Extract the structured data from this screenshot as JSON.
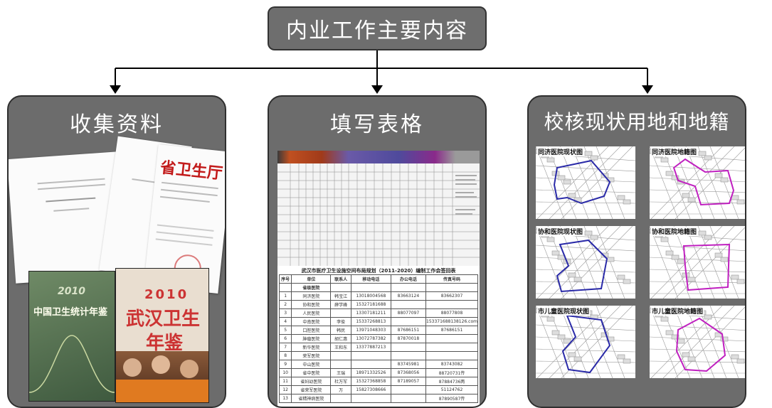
{
  "root": {
    "label": "内业工作主要内容"
  },
  "panels": [
    {
      "title": "收集资料",
      "docs": {
        "doc_c_heading": "省卫生厅"
      },
      "books": [
        {
          "year": "2010",
          "title": "中国卫生统计年鉴"
        },
        {
          "year": "2010",
          "title": "武汉卫生",
          "title2": "年鉴"
        }
      ]
    },
    {
      "title": "填写表格",
      "table": {
        "title": "武汉市医疗卫生设施空间布局规划（2011-2020）编制工作会签回表",
        "headers": [
          "序号",
          "单位",
          "联系人",
          "移动电话",
          "办公电话",
          "传真号码"
        ],
        "rows": [
          [
            "",
            "省级医院",
            "",
            "",
            "",
            ""
          ],
          [
            "1",
            "同济医院",
            "韩宝江",
            "13018004568",
            "83663124",
            "83662307"
          ],
          [
            "2",
            "协和医院",
            "薛学峰",
            "15327181688",
            "",
            ""
          ],
          [
            "3",
            "人民医院",
            "",
            "13307181211",
            "88077097",
            "88077808"
          ],
          [
            "4",
            "中南医院",
            "李俊",
            "15337268813",
            "",
            "153371688138126.com"
          ],
          [
            "5",
            "口腔医院",
            "韩民",
            "13971048303",
            "87686151",
            "87686151"
          ],
          [
            "6",
            "肿瘤医院",
            "胡仁惠",
            "13072787382",
            "87870018",
            ""
          ],
          [
            "7",
            "新华医院",
            "王和东",
            "13377887213",
            "",
            ""
          ],
          [
            "8",
            "荣军医院",
            "",
            "",
            "",
            ""
          ],
          [
            "9",
            "中山医院",
            "",
            "",
            "83745981",
            "83743082"
          ],
          [
            "10",
            "省中医院",
            "王瑞",
            "18971332526",
            "87368056",
            "88720731传"
          ],
          [
            "11",
            "省妇幼医院",
            "杜万军",
            "15327368858",
            "87189057",
            "87884736两"
          ],
          [
            "12",
            "省荣军医院",
            "万",
            "15827308666",
            "",
            "51124762"
          ],
          [
            "13",
            "省精神病医院",
            "",
            "",
            "",
            "87890587传"
          ]
        ]
      }
    },
    {
      "title": "校核现状用地和地籍",
      "maps": [
        {
          "label": "同济医院现状图",
          "outline_color": "#2a2aa8"
        },
        {
          "label": "同济医院地籍图",
          "outline_color": "#c020c0"
        },
        {
          "label": "协和医院现状图",
          "outline_color": "#2a2aa8"
        },
        {
          "label": "协和医院地籍图",
          "outline_color": "#c020c0"
        },
        {
          "label": "市儿童医院现状图",
          "outline_color": "#2a2aa8"
        },
        {
          "label": "市儿童医院地籍图",
          "outline_color": "#c020c0"
        }
      ]
    }
  ]
}
